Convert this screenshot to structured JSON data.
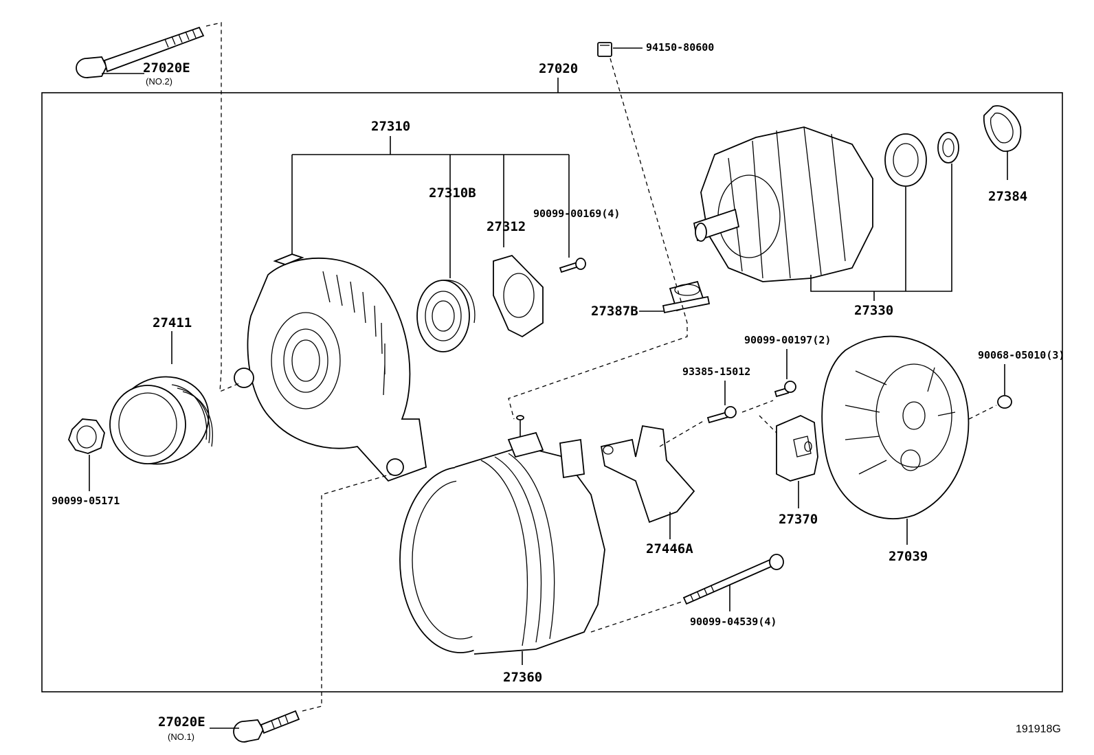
{
  "diagram": {
    "figure_number": "191918G",
    "assembly": {
      "number": "27020"
    },
    "parts": {
      "bolt_no2": {
        "number": "27020E",
        "note": "(NO.2)"
      },
      "bolt_no1": {
        "number": "27020E",
        "note": "(NO.1)"
      },
      "cap_nut": {
        "number": "94150-80600"
      },
      "drive_end_frame": {
        "number": "27310"
      },
      "bearing_front": {
        "number": "27310B"
      },
      "retainer_plate": {
        "number": "27312"
      },
      "screw_front": {
        "number": "90099-00169(4)"
      },
      "insulator": {
        "number": "27387B"
      },
      "rotor": {
        "number": "27330"
      },
      "rotor_cover": {
        "number": "27384"
      },
      "pulley": {
        "number": "27411"
      },
      "pulley_nut": {
        "number": "90099-05171"
      },
      "stator_frame": {
        "number": "27360"
      },
      "terminal_plate": {
        "number": "27446A"
      },
      "screw_terminal": {
        "number": "93385-15012"
      },
      "regulator_screw": {
        "number": "90099-00197(2)"
      },
      "regulator": {
        "number": "27370"
      },
      "rear_cover": {
        "number": "27039"
      },
      "cover_nut": {
        "number": "90068-05010(3)"
      },
      "through_bolt": {
        "number": "90099-04539(4)"
      }
    }
  }
}
